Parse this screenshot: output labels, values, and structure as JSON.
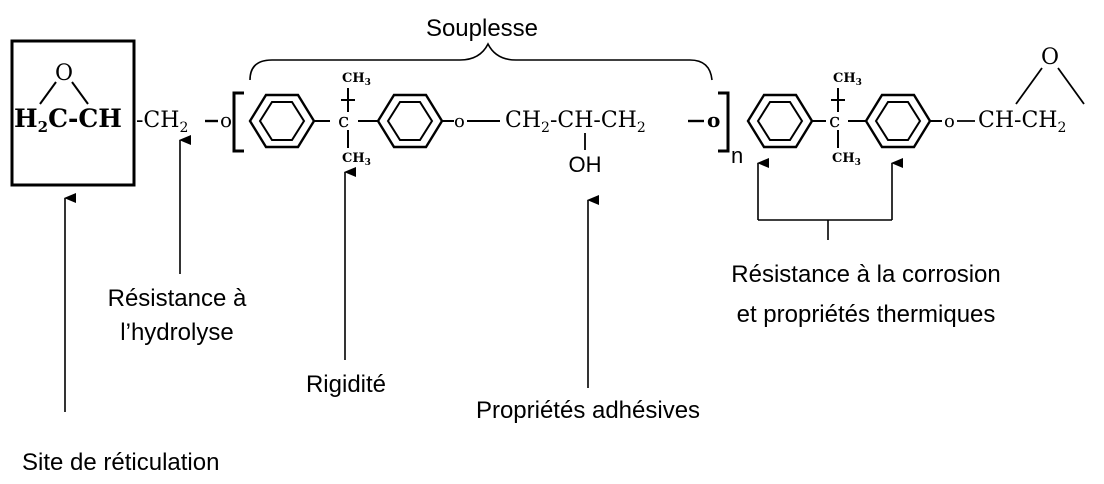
{
  "labels": {
    "top_bracket": "Souplesse",
    "crosslink_site": "Site de réticulation",
    "hydrolysis_line1": "Résistance à",
    "hydrolysis_line2": "l’hydrolyse",
    "rigidity": "Rigidité",
    "adhesive": "Propriétés adhésives",
    "corrosion_line1": "Résistance à la corrosion",
    "corrosion_line2": "et propriétés thermiques"
  },
  "formula": {
    "epoxide_o_left": "O",
    "epoxide_group_left": "H2C-CH",
    "ch2_left": "-CH2",
    "o_1": "o",
    "ch3_top_1": "CH3",
    "c_1": "c",
    "ch3_bottom_1": "CH3",
    "o_2": "o",
    "middle_chain": "CH2-CH-CH2",
    "oh": "OH",
    "o_3": "o",
    "repeat_n": "n",
    "ch3_top_2": "CH3",
    "c_2": "c",
    "ch3_bottom_2": "CH3",
    "o_4": "o",
    "end_chain": "CH-CH2",
    "epoxide_o_right": "O"
  }
}
